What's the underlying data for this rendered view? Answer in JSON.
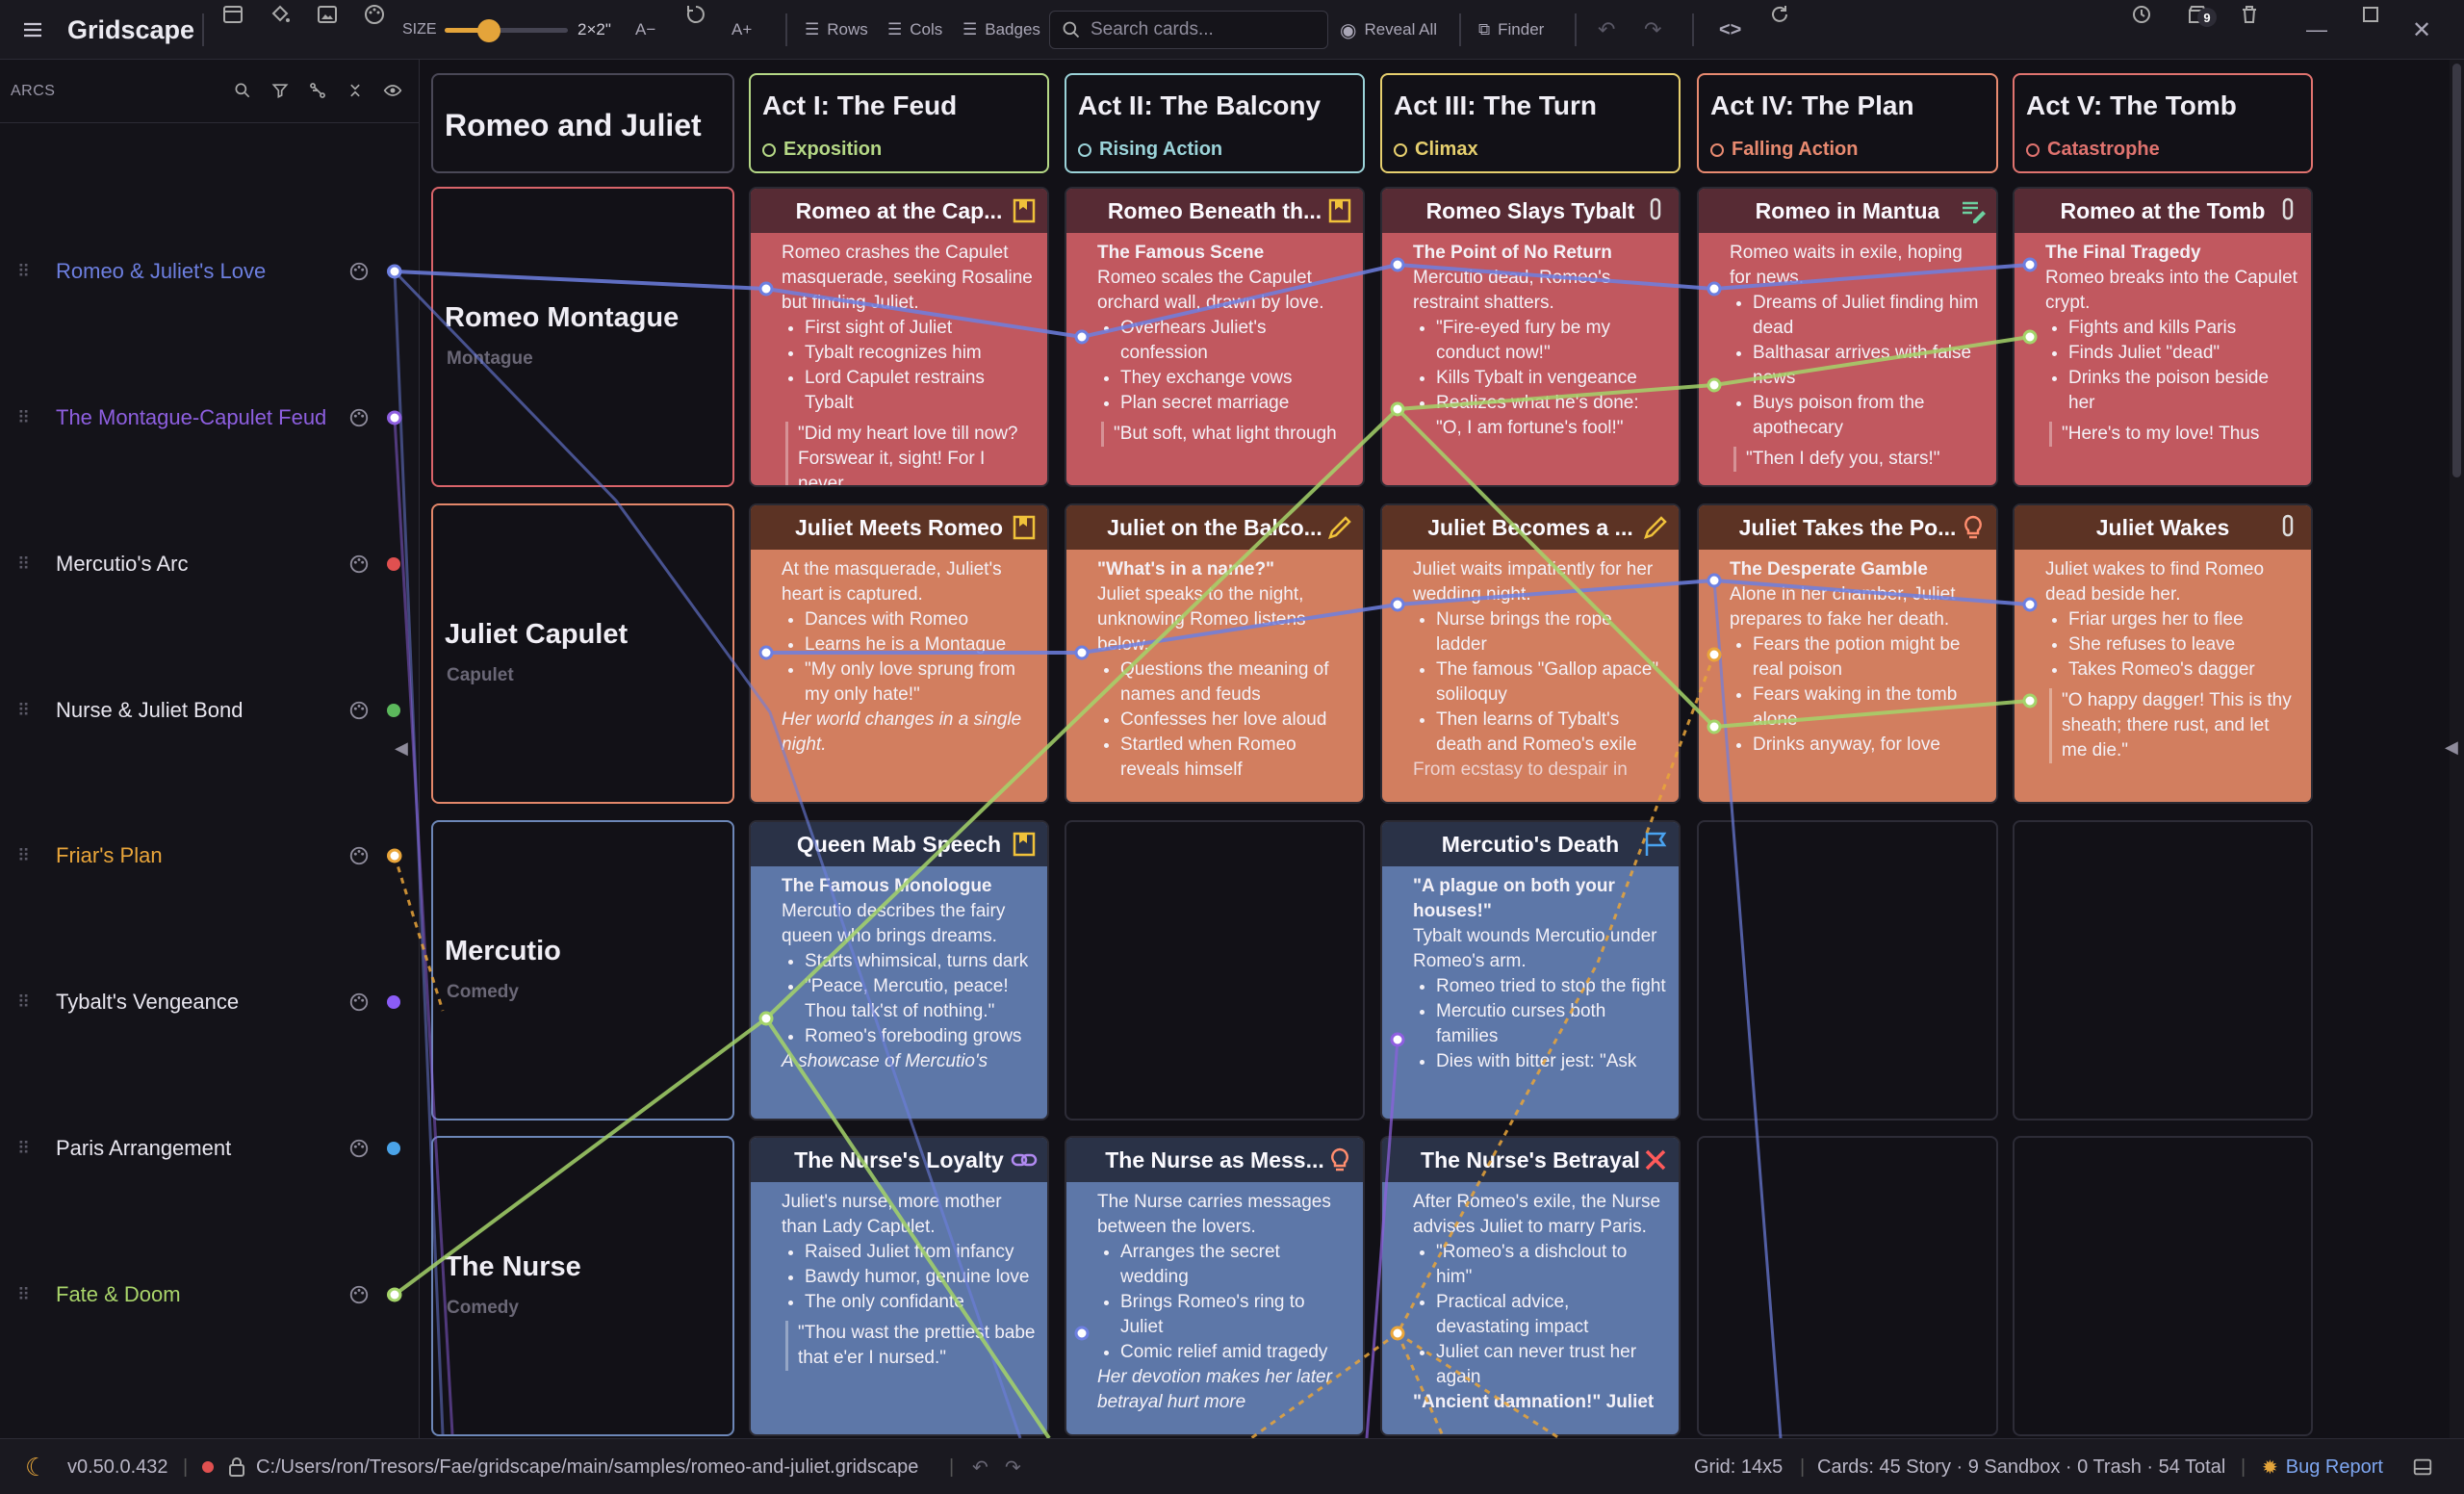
{
  "app": {
    "title": "Gridscape"
  },
  "toolbar": {
    "size_label": "SIZE",
    "size_value": "2×2\"",
    "font_smaller": "A−",
    "font_larger": "A+",
    "rows_label": "Rows",
    "cols_label": "Cols",
    "badges_label": "Badges",
    "search_placeholder": "Search cards...",
    "reveal_all_label": "Reveal All",
    "finder_label": "Finder",
    "sandbox_badge": "9",
    "size_level": 0.36
  },
  "sidebar": {
    "title": "ARCS",
    "arcs": [
      {
        "name": "Romeo & Juliet's Love",
        "color": "#6d7fe0"
      },
      {
        "name": "The Montague-Capulet Feud",
        "color": "#8e5fe0"
      },
      {
        "name": "Mercutio's Arc",
        "color": "#e8e6ef",
        "dot": "#e05050"
      },
      {
        "name": "Nurse & Juliet Bond",
        "color": "#e8e6ef",
        "dot": "#5cb85c"
      },
      {
        "name": "Friar's Plan",
        "color": "#e9a53a"
      },
      {
        "name": "Tybalt's Vengeance",
        "color": "#e8e6ef",
        "dot": "#8b5cf6"
      },
      {
        "name": "Paris Arrangement",
        "color": "#e8e6ef",
        "dot": "#4aa3e8"
      },
      {
        "name": "Fate & Doom",
        "color": "#a9d46a"
      }
    ]
  },
  "grid": {
    "title": "Romeo and Juliet",
    "acts": [
      {
        "name": "Act I: The Feud",
        "phase": "Exposition",
        "color": "#b5d886"
      },
      {
        "name": "Act II: The Balcony",
        "phase": "Rising Action",
        "color": "#9bd3d9"
      },
      {
        "name": "Act III: The Turn",
        "phase": "Climax",
        "color": "#e6cf6e"
      },
      {
        "name": "Act IV: The Plan",
        "phase": "Falling Action",
        "color": "#e88a70"
      },
      {
        "name": "Act V: The Tomb",
        "phase": "Catastrophe",
        "color": "#e0736f"
      }
    ],
    "rows": [
      {
        "name": "Romeo Montague",
        "group": "Montague",
        "color": "#d9646a"
      },
      {
        "name": "Juliet Capulet",
        "group": "Capulet",
        "color": "#e3876a"
      },
      {
        "name": "Mercutio",
        "group": "Comedy",
        "color": "#6d87b8"
      },
      {
        "name": "The Nurse",
        "group": "Comedy",
        "color": "#6d87b8"
      }
    ]
  },
  "cards": {
    "r0c0": {
      "title": "Romeo at the Cap...",
      "icon": "bookmark-icon",
      "body": [
        "Romeo crashes the Capulet masquerade, seeking Rosaline but finding Juliet."
      ],
      "bullets": [
        "First sight of Juliet",
        "Tybalt recognizes him",
        "Lord Capulet restrains Tybalt"
      ],
      "quote": "\"Did my heart love till now? Forswear it, sight! For I never"
    },
    "r0c1": {
      "title": "Romeo Beneath th...",
      "icon": "bookmark-icon",
      "sub": "The Famous Scene",
      "body": [
        "Romeo scales the Capulet orchard wall, drawn by love."
      ],
      "bullets": [
        "Overhears Juliet's confession",
        "They exchange vows",
        "Plan secret marriage"
      ],
      "quote": "\"But soft, what light through"
    },
    "r0c2": {
      "title": "Romeo Slays Tybalt",
      "icon": "exclamation-icon",
      "sub": "The Point of No Return",
      "body": [
        "Mercutio dead, Romeo's restraint shatters."
      ],
      "bullets": [
        "\"Fire-eyed fury be my conduct now!\"",
        "Kills Tybalt in vengeance",
        "Realizes what he's done: \"O, I am fortune's fool!\""
      ]
    },
    "r0c3": {
      "title": "Romeo in Mantua",
      "icon": "layers-edit-icon",
      "body": [
        "Romeo waits in exile, hoping for news."
      ],
      "bullets": [
        "Dreams of Juliet finding him dead",
        "Balthasar arrives with false news",
        "Buys poison from the apothecary"
      ],
      "quote": "\"Then I defy you, stars!\""
    },
    "r0c4": {
      "title": "Romeo at the Tomb",
      "icon": "exclamation-icon",
      "sub": "The Final Tragedy",
      "body": [
        "Romeo breaks into the Capulet crypt."
      ],
      "bullets": [
        "Fights and kills Paris",
        "Finds Juliet \"dead\"",
        "Drinks the poison beside her"
      ],
      "quote": "\"Here's to my love! Thus"
    },
    "r1c0": {
      "title": "Juliet Meets Romeo",
      "icon": "bookmark-icon",
      "body": [
        "At the masquerade, Juliet's heart is captured."
      ],
      "bullets": [
        "Dances with Romeo",
        "Learns he is a Montague",
        "\"My only love sprung from my only hate!\""
      ],
      "ital": "Her world changes in a single night."
    },
    "r1c1": {
      "title": "Juliet on the Balco...",
      "icon": "pencil-icon",
      "sub": "\"What's in a name?\"",
      "body": [
        "Juliet speaks to the night, unknowing Romeo listens below."
      ],
      "bullets": [
        "Questions the meaning of names and feuds",
        "Confesses her love aloud",
        "Startled when Romeo reveals himself"
      ]
    },
    "r1c2": {
      "title": "Juliet Becomes a ...",
      "icon": "pencil-icon",
      "body": [
        "Juliet waits impatiently for her wedding night."
      ],
      "bullets": [
        "Nurse brings the rope ladder",
        "The famous \"Gallop apace\" soliloquy",
        "Then learns of Tybalt's death and Romeo's exile"
      ],
      "dim": "From ecstasy to despair in"
    },
    "r1c3": {
      "title": "Juliet Takes the Po...",
      "icon": "lightbulb-icon",
      "sub": "The Desperate Gamble",
      "body": [
        "Alone in her chamber, Juliet prepares to fake her death."
      ],
      "bullets": [
        "Fears the potion might be real poison",
        "Fears waking in the tomb alone",
        "Drinks anyway, for love"
      ]
    },
    "r1c4": {
      "title": "Juliet Wakes",
      "icon": "exclamation-icon",
      "body": [
        "Juliet wakes to find Romeo dead beside her."
      ],
      "bullets": [
        "Friar urges her to flee",
        "She refuses to leave",
        "Takes Romeo's dagger"
      ],
      "quote": "\"O happy dagger! This is thy sheath; there rust, and let me die.\""
    },
    "r2c0": {
      "title": "Queen Mab Speech",
      "icon": "bookmark-icon",
      "sub": "The Famous Monologue",
      "body": [
        "Mercutio describes the fairy queen who brings dreams."
      ],
      "bullets": [
        "Starts whimsical, turns dark",
        "\"Peace, Mercutio, peace! Thou talk'st of nothing.\"",
        "Romeo's foreboding grows"
      ],
      "ital": "A showcase of Mercutio's"
    },
    "r2c2": {
      "title": "Mercutio's Death",
      "icon": "flag-icon",
      "sub": "\"A plague on both your houses!\"",
      "body": [
        "Tybalt wounds Mercutio under Romeo's arm."
      ],
      "bullets": [
        "Romeo tried to stop the fight",
        "Mercutio curses both families",
        "Dies with bitter jest: \"Ask"
      ]
    },
    "r3c0": {
      "title": "The Nurse's Loyalty",
      "icon": "link-icon",
      "body": [
        "Juliet's nurse, more mother than Lady Capulet."
      ],
      "bullets": [
        "Raised Juliet from infancy",
        "Bawdy humor, genuine love",
        "The only confidante"
      ],
      "quote": "\"Thou wast the prettiest babe that e'er I nursed.\""
    },
    "r3c1": {
      "title": "The Nurse as Mess...",
      "icon": "lightbulb-icon",
      "body": [
        "The Nurse carries messages between the lovers."
      ],
      "bullets": [
        "Arranges the secret wedding",
        "Brings Romeo's ring to Juliet",
        "Comic relief amid tragedy"
      ],
      "ital": "Her devotion makes her later betrayal hurt more"
    },
    "r3c2": {
      "title": "The Nurse's Betrayal",
      "icon": "x-icon",
      "body": [
        "After Romeo's exile, the Nurse advises Juliet to marry Paris."
      ],
      "bullets": [
        "\"Romeo's a dishclout to him\"",
        "Practical advice, devastating impact",
        "Juliet can never trust her again"
      ],
      "sub2": "\"Ancient damnation!\" Juliet"
    }
  },
  "status": {
    "version": "v0.50.0.432",
    "path": "C:/Users/ron/Tresors/Fae/gridscape/main/samples/romeo-and-juliet.gridscape",
    "grid_info": "Grid: 14x5",
    "cards_info": "Cards: 45 Story · 9 Sandbox · 0 Trash · 54 Total",
    "bug_report": "Bug Report"
  }
}
